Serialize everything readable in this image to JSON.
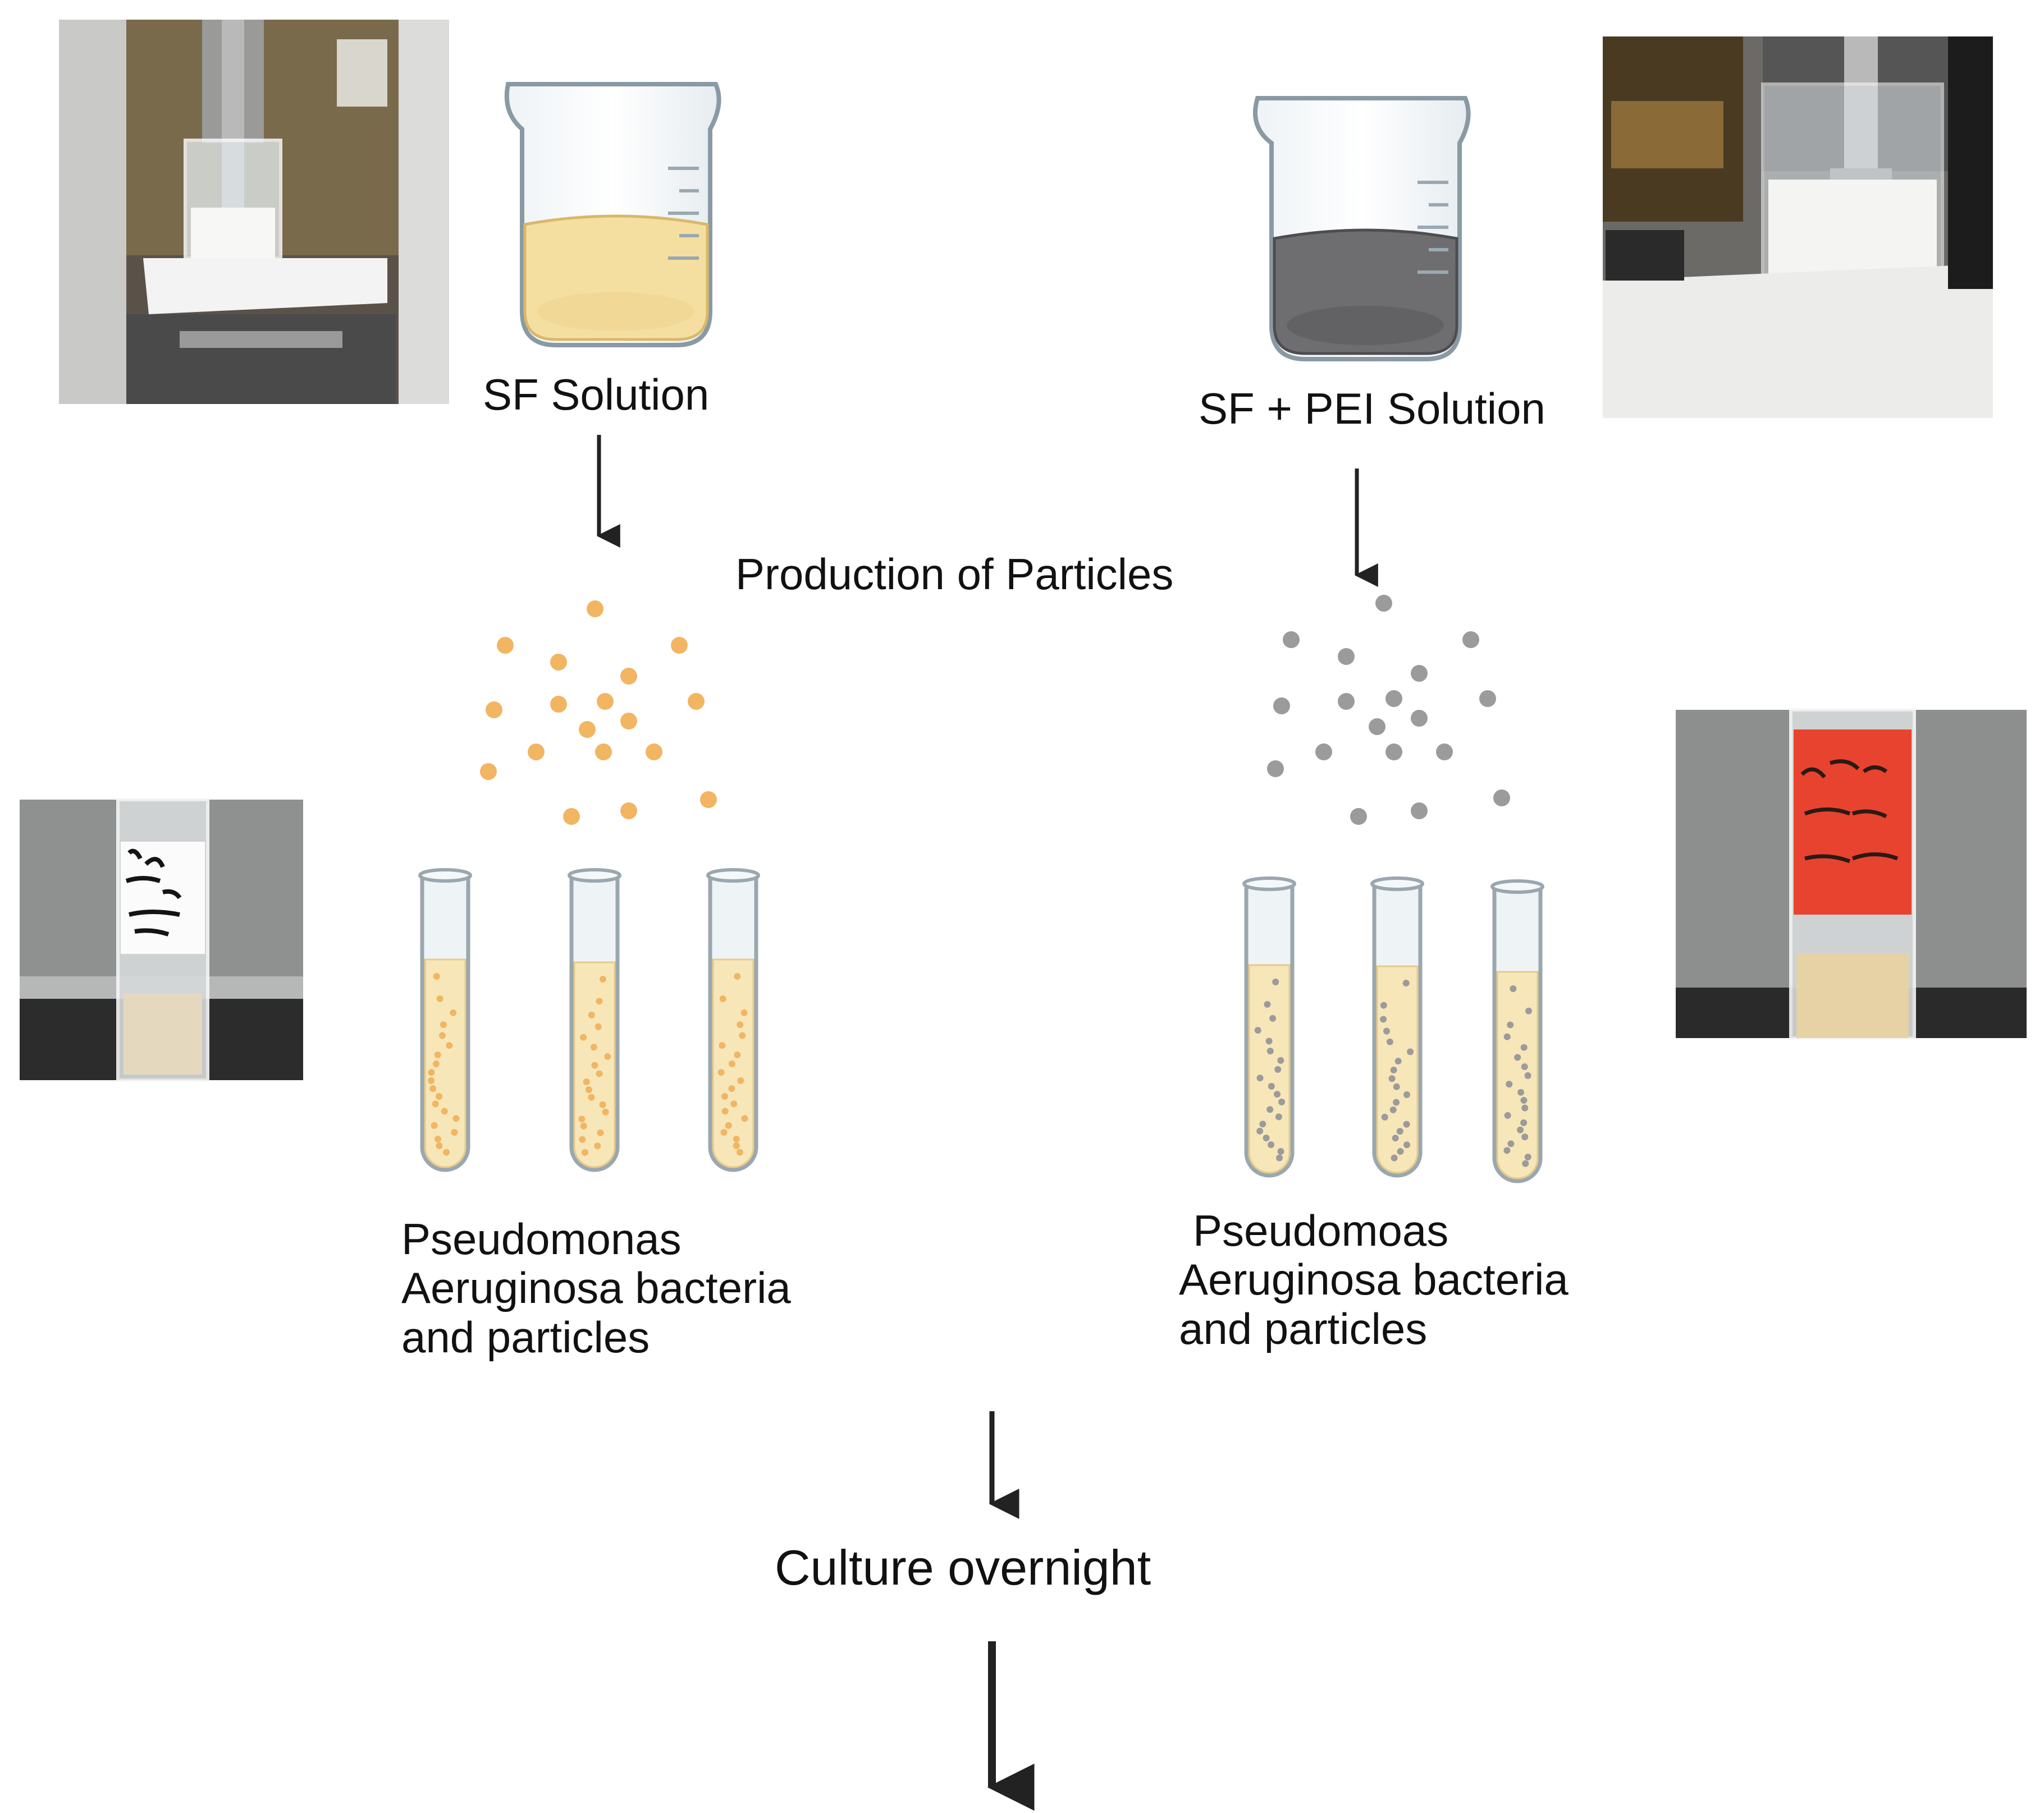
{
  "labels": {
    "sf_solution": "SF Solution",
    "sf_pei_solution": "SF + PEI Solution",
    "production": "Production of Particles",
    "left_tubes": [
      "Pseudomonas",
      "Aeruginosa bacteria",
      "and particles"
    ],
    "right_tubes": [
      "Pseudomoas",
      "Aeruginosa bacteria",
      "and particles"
    ],
    "culture": "Culture overnight"
  },
  "photo_text": {
    "left_vial": "Silk Particle 7/11 C.",
    "right_vial": "Silk/PEI particles made 9-20"
  },
  "colors": {
    "sf_liquid": "#f5dfa0",
    "sf_pei_liquid": "#6e6e70",
    "sf_particle": "#f2b562",
    "sf_pei_particle": "#9b9b9b",
    "tube_liquid": "#f7e6b8",
    "arrow": "#222222",
    "red_label": "#e8432f"
  }
}
